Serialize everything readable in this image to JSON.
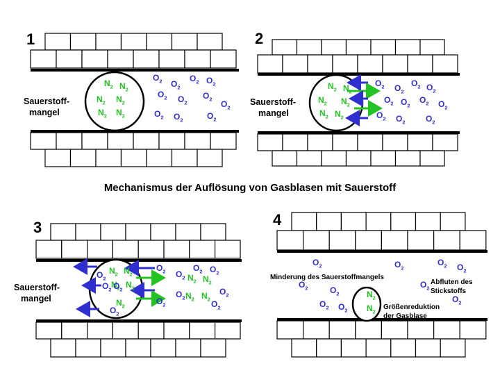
{
  "title": "Mechanismus der Auflösung von Gasblasen mit Sauerstoff",
  "panels": [
    {
      "number": "1",
      "label_line1": "Sauerstoff-",
      "label_line2": "mangel"
    },
    {
      "number": "2",
      "label_line1": "Sauerstoff-",
      "label_line2": "mangel"
    },
    {
      "number": "3",
      "label_line1": "Sauerstoff-",
      "label_line2": "mangel"
    },
    {
      "number": "4",
      "annotation_reduction": "Minderung des Sauerstoffmangels",
      "annotation_outflow_line1": "Abfluten des",
      "annotation_outflow_line2": "Stickstoffs",
      "annotation_size_line1": "Größenreduktion",
      "annotation_size_line2": "der Gasblase"
    }
  ],
  "molecules": {
    "nitrogen": "N",
    "oxygen": "O",
    "subscript": "2"
  },
  "colors": {
    "nitrogen": "#22c322",
    "oxygen": "#2f2fd0",
    "arrow_out": "#22c322",
    "arrow_in": "#2f2fd0",
    "wall": "#000000"
  }
}
